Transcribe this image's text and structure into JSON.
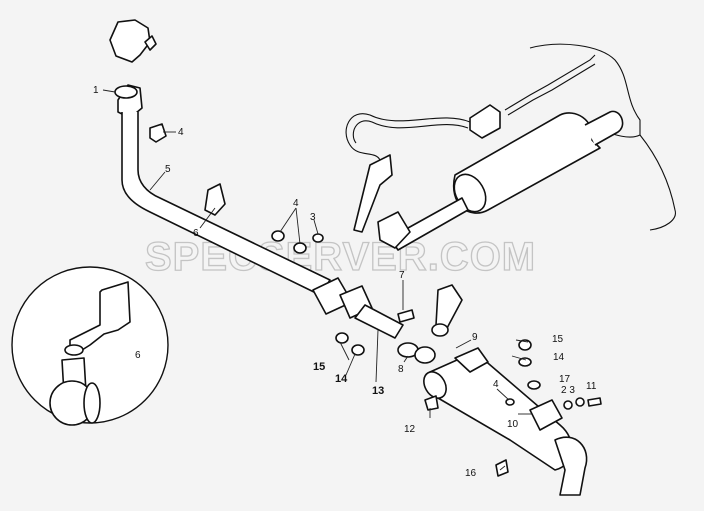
{
  "watermark": "SPECSERVER.COM",
  "callouts": {
    "c1": "1",
    "c4a": "4",
    "c5": "5",
    "c6a": "6",
    "c6b": "6",
    "c4b": "4",
    "c3a": "3",
    "c7": "7",
    "c9": "9",
    "c15": "15",
    "c14": "14",
    "c17": "17",
    "c23": "2 3",
    "c11": "11",
    "c4c": "4",
    "c10": "10",
    "c16": "16",
    "c15b": "15",
    "c14b": "14",
    "c13": "13",
    "c8": "8",
    "c12": "12"
  }
}
